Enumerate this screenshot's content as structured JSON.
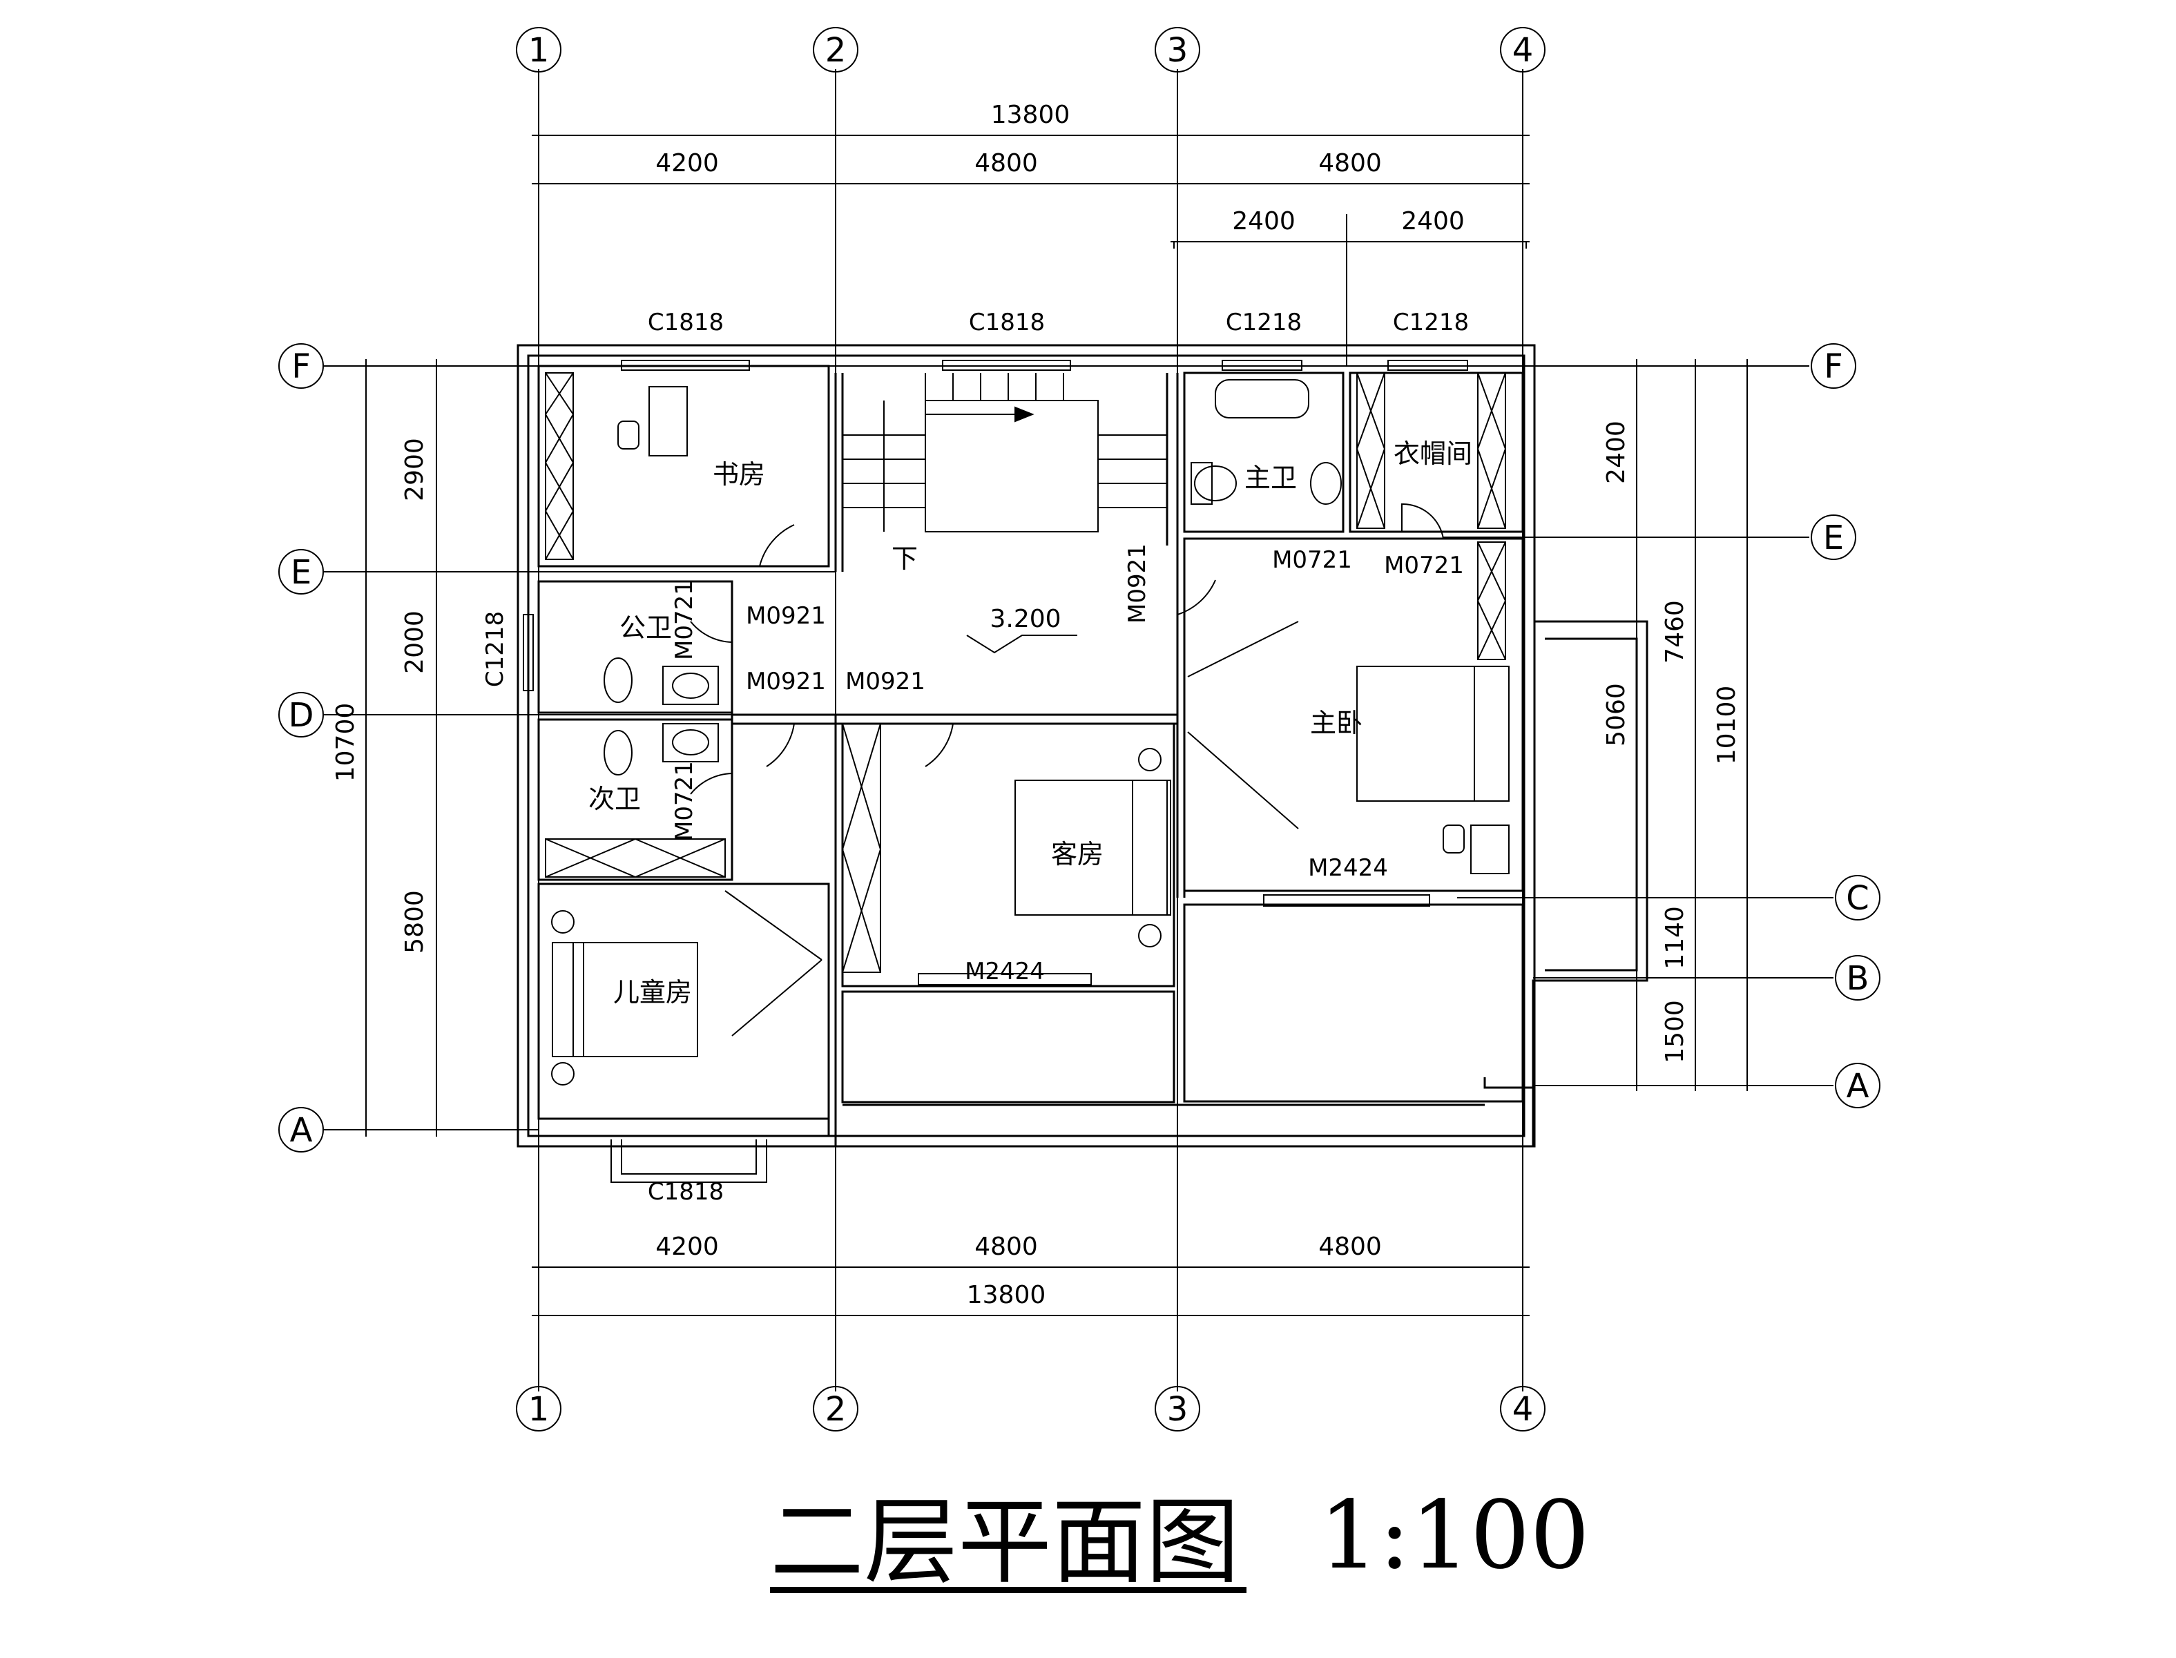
{
  "title": {
    "text": "二层平面图",
    "scale": "1:100"
  },
  "axes": {
    "one": "1",
    "two": "2",
    "three": "3",
    "four": "4",
    "A": "A",
    "B": "B",
    "C": "C",
    "D": "D",
    "E": "E",
    "F": "F"
  },
  "dims": {
    "total": "13800",
    "bay1": "4200",
    "bay2": "4800",
    "bay3": "4800",
    "half1": "2400",
    "half2": "2400",
    "left": {
      "s1": "2900",
      "s2": "2000",
      "s3": "5800",
      "total": "10700"
    },
    "right": {
      "s1": "2400",
      "s2": "5060",
      "s3": "7460",
      "s4": "1140",
      "s5": "1500",
      "total": "10100"
    }
  },
  "windows": {
    "w1": "C1818",
    "w2": "C1818",
    "w3": "C1218",
    "w4": "C1218",
    "w5": "C1218",
    "w6": "C1818"
  },
  "doors": {
    "d1": "M0921",
    "d2": "M0921",
    "d3": "M0921",
    "d4": "M0921",
    "d5": "M0721",
    "d6": "M0721",
    "d7": "M0721",
    "d8": "M0721",
    "d9": "M2424",
    "d10": "M2424"
  },
  "rooms": {
    "study": "书房",
    "public_bath": "公卫",
    "second_bath": "次卫",
    "kids": "儿童房",
    "guest": "客房",
    "master_bath": "主卫",
    "closet": "衣帽间",
    "master": "主卧"
  },
  "stair_label": "下",
  "elevation": "3.200"
}
